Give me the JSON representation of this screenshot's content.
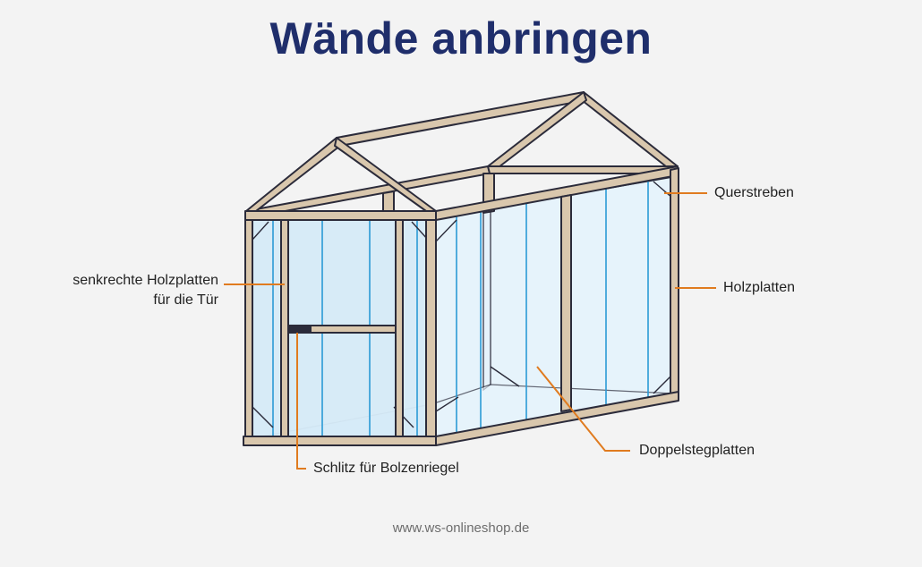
{
  "title": "Wände anbringen",
  "labels": {
    "querstreben": "Querstreben",
    "holzplatten": "Holzplatten",
    "tuer_line1": "senkrechte Holzplatten",
    "tuer_line2": "für die Tür",
    "schlitz": "Schlitz für Bolzenriegel",
    "doppelsteg": "Doppelstegplatten"
  },
  "footer": "www.ws-onlineshop.de",
  "colors": {
    "title": "#1f2e6b",
    "wood": "#d9c7ad",
    "outline": "#2b2b3a",
    "glass": "#d6ebf8",
    "glass_line": "#2a9ad6",
    "leader": "#e07b1f"
  }
}
